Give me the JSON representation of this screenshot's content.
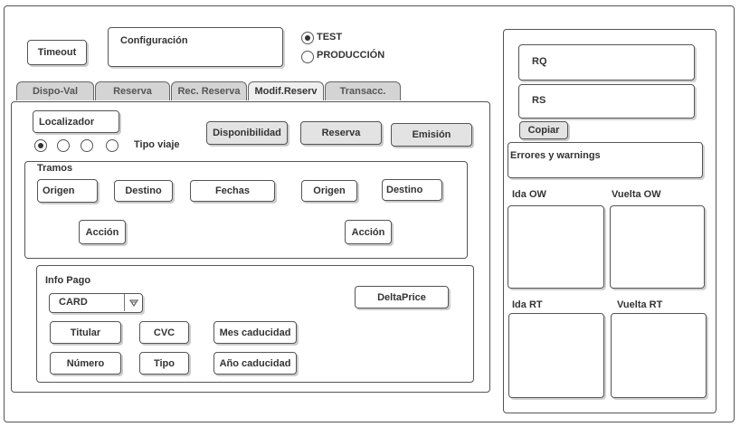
{
  "header": {
    "timeout_label": "Timeout",
    "config_label": "Configuración",
    "env_options": [
      {
        "label": "TEST",
        "selected": true
      },
      {
        "label": "PRODUCCIÓN",
        "selected": false
      }
    ]
  },
  "tabs": [
    {
      "label": "Dispo-Val",
      "active": false
    },
    {
      "label": "Reserva",
      "active": false
    },
    {
      "label": "Rec. Reserva",
      "active": false
    },
    {
      "label": "Modif.Reserv",
      "active": true
    },
    {
      "label": "Transacc.",
      "active": false
    }
  ],
  "main": {
    "localizador_label": "Localizador",
    "tipo_viaje_label": "Tipo viaje",
    "tipo_viaje_selected_index": 0,
    "actions": {
      "disponibilidad": "Disponibilidad",
      "reserva": "Reserva",
      "emision": "Emisión"
    },
    "tramos": {
      "title": "Tramos",
      "origen_1": "Origen",
      "destino_1": "Destino",
      "fechas": "Fechas",
      "origen_2": "Origen",
      "destino_2": "Destino",
      "accion_1": "Acción",
      "accion_2": "Acción"
    },
    "pago": {
      "title": "Info Pago",
      "card_value": "CARD",
      "delta_price": "DeltaPrice",
      "titular": "Titular",
      "cvc": "CVC",
      "mes_caducidad": "Mes caducidad",
      "numero": "Número",
      "tipo": "Tipo",
      "anio_caducidad": "Año caducidad"
    }
  },
  "side": {
    "rq_label": "RQ",
    "rs_label": "RS",
    "copy_label": "Copiar",
    "errors_label": "Errores y warnings",
    "ida_ow": "Ida OW",
    "vuelta_ow": "Vuelta OW",
    "ida_rt": "Ida RT",
    "vuelta_rt": "Vuelta RT"
  }
}
